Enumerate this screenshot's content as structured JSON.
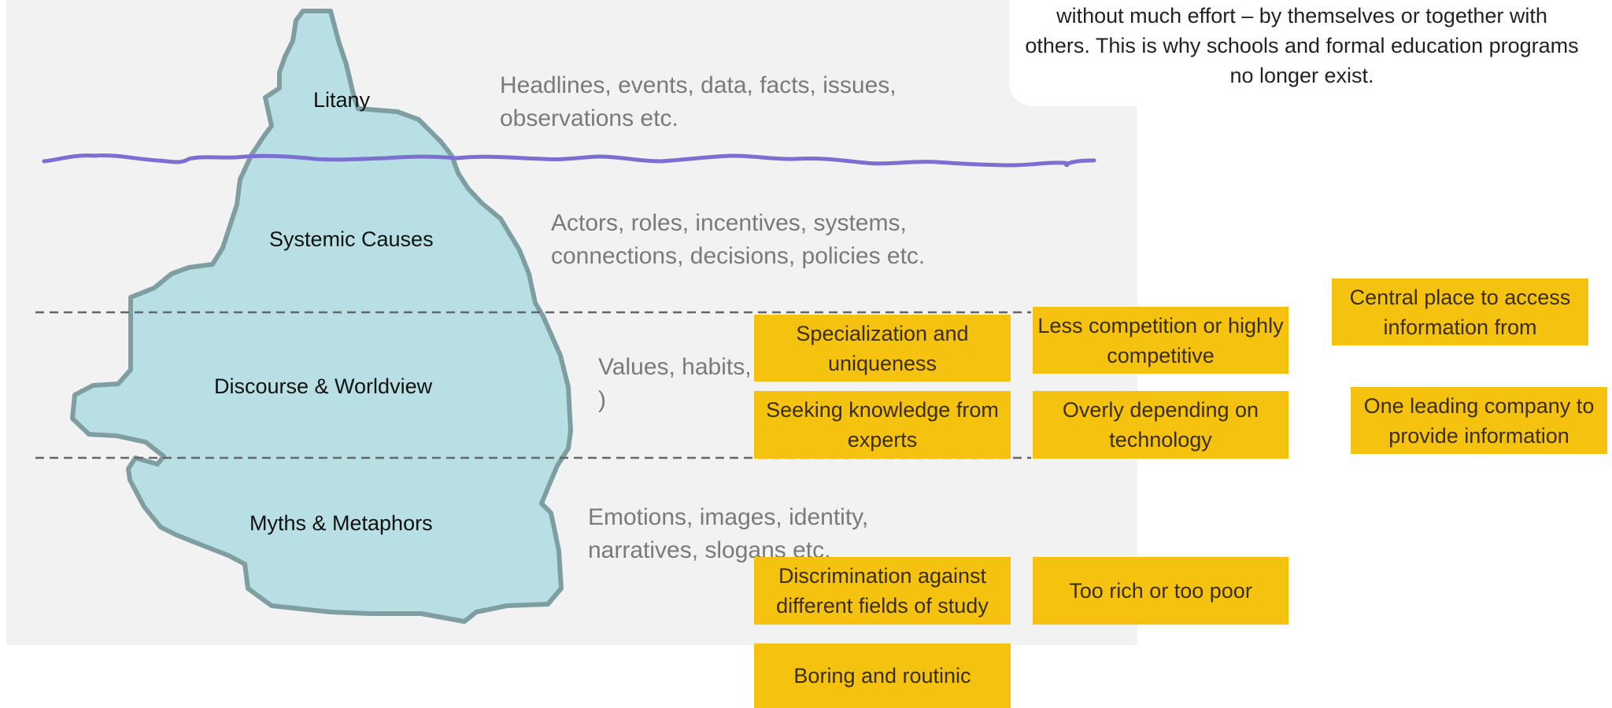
{
  "callout": {
    "text": "without much effort – by themselves or together with others. This is why schools and formal education programs no longer exist."
  },
  "levels": [
    {
      "label": "Litany",
      "description": "Headlines, events, data, facts, issues, observations etc."
    },
    {
      "label": "Systemic Causes",
      "description": "Actors, roles, incentives, systems, connections, decisions, policies etc."
    },
    {
      "label": "Discourse & Worldview",
      "description": "Values, habits, patterns etc. ( , )"
    },
    {
      "label": "Myths & Metaphors",
      "description": "Emotions, images, identity, narratives, slogans etc."
    }
  ],
  "stickies": [
    "Specialization and uniqueness",
    "Less competition or highly competitive",
    "Central place to access information from",
    "Seeking knowledge from experts",
    "Overly depending on technology",
    "One leading company to provide information",
    "Discrimination against different fields of study",
    "Too rich or too poor",
    "Boring and routinic"
  ],
  "colors": {
    "iceberg_fill": "#b8dfe3",
    "iceberg_stroke": "#7f9ea2",
    "waterline": "#7b6fd1",
    "sticky": "#f5c30f",
    "panel": "#f2f2f2"
  }
}
